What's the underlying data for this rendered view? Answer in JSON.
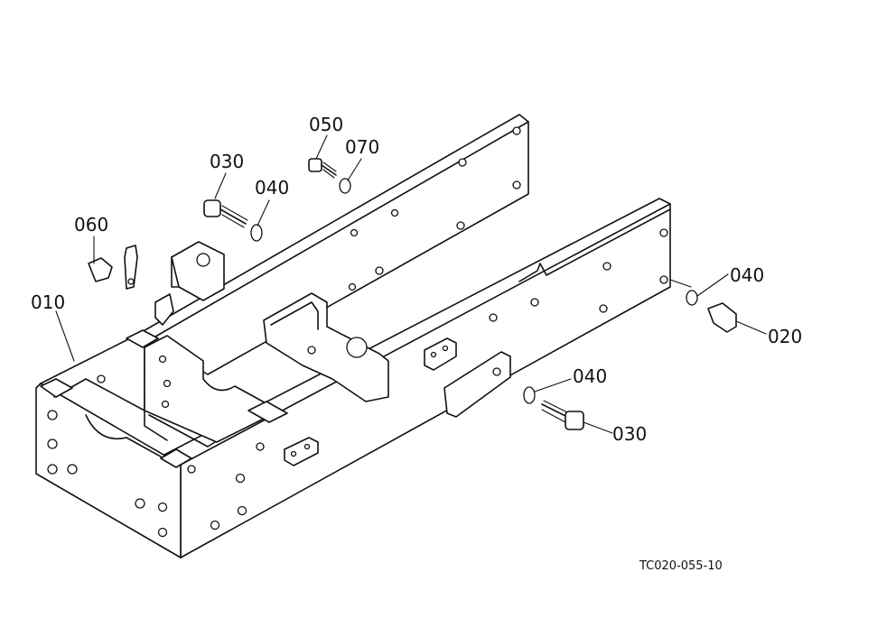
{
  "diagram": {
    "figure_id": "TC020-055-10",
    "parts": [
      {
        "ref": "010"
      },
      {
        "ref": "020"
      },
      {
        "ref": "030",
        "position": "upper"
      },
      {
        "ref": "030",
        "position": "lower"
      },
      {
        "ref": "040",
        "position": "upper"
      },
      {
        "ref": "040",
        "position": "right"
      },
      {
        "ref": "040",
        "position": "lower"
      },
      {
        "ref": "050"
      },
      {
        "ref": "060"
      },
      {
        "ref": "070"
      }
    ]
  }
}
